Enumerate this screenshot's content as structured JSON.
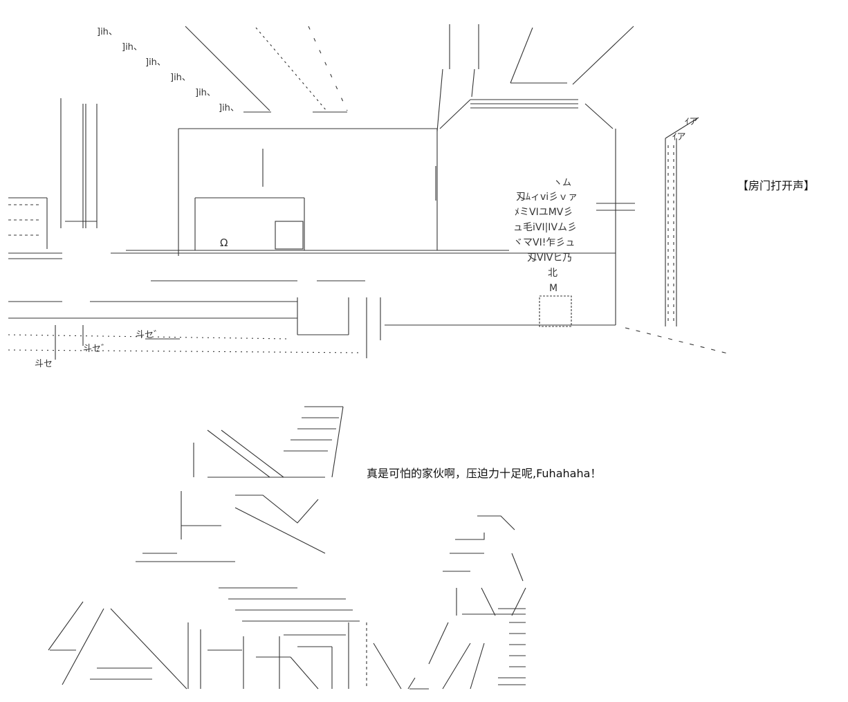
{
  "sound_effect": "【房门打开声】",
  "dialogue": "真是可怕的家伙啊，压迫力十足呢,Fuhahaha！",
  "ascii_fragments": {
    "ih1": "]ih、",
    "ih2": "]ih、",
    "ih3": "]ih、",
    "ih4": "]ih、",
    "ih5": "]ih、",
    "ih6": "]ih、",
    "omega": "Ω",
    "ghost1": "ヽム",
    "ghost2": "刄ﾑィvi彡ｖァ",
    "ghost3": "ﾒミVIユMV彡",
    "ghost4": "ュ毛iVI|IVム彡",
    "ghost5": "ヾマVI!乍彡ュ",
    "ghost6": "刄VIVヒ乃",
    "ghost7": "北",
    "ghost8": "M",
    "iia": "ｲア",
    "iia2": "ｲア",
    "toSe1": "斗セ゛",
    "toSe2": "斗セ゛",
    "toSe3": "斗セ"
  },
  "colors": {
    "ink": "#333333",
    "background": "#ffffff"
  }
}
